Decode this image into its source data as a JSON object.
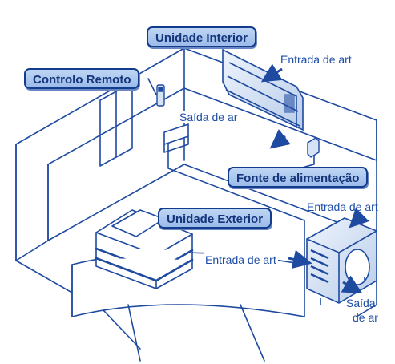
{
  "callouts": {
    "indoor_unit": "Unidade Interior",
    "remote": "Controlo Remoto",
    "power_supply": "Fonte de alimentação",
    "outdoor_unit": "Unidade Exterior"
  },
  "labels": {
    "indoor_air_in": "Entrada de art",
    "indoor_air_out": "Saída de ar",
    "outdoor_air_in_top": "Entrada de art",
    "outdoor_air_in_side": "Entrada de art",
    "outdoor_air_out_line1": "Saída",
    "outdoor_air_out_line2": "de ar"
  },
  "colors": {
    "line": "#1e4aa0",
    "callout_fill": "#b4cdf0",
    "callout_border": "#123c8c",
    "unit_fill": "#d7e4f6",
    "arrow": "#1e4aa0"
  }
}
